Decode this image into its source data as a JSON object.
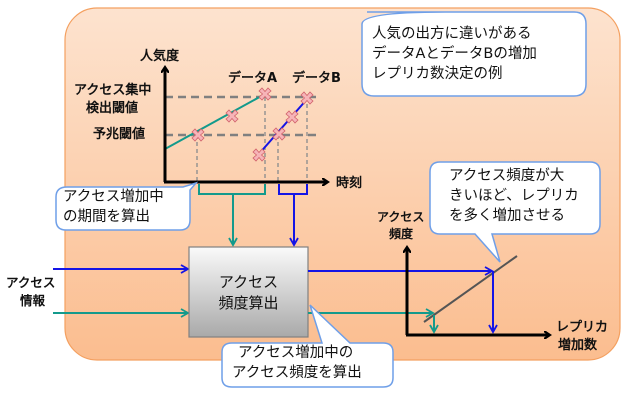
{
  "colors": {
    "panel_fill_top": "#fde3cf",
    "panel_fill_bottom": "#fbbd8f",
    "panel_border": "#f4a060",
    "teal": "#139a8c",
    "blue": "#1414e6",
    "marker_fill": "#f6b4b8",
    "callout_border": "#6f9fe8"
  },
  "top_chart": {
    "y_axis_label": "人気度",
    "x_axis_label": "時刻",
    "threshold_high_label_line1": "アクセス集中",
    "threshold_high_label_line2": "検出閾値",
    "threshold_low_label": "予兆閾値",
    "series_a_label": "データA",
    "series_b_label": "データB"
  },
  "chart_data": {
    "type": "line",
    "title": "",
    "xlabel": "時刻",
    "ylabel": "人気度",
    "thresholds": [
      {
        "name": "予兆閾値",
        "level": "low"
      },
      {
        "name": "アクセス集中検出閾値",
        "level": "high"
      }
    ],
    "series": [
      {
        "name": "データA",
        "color": "teal",
        "markers": 3,
        "trend": "gradual increase from below 予兆閾値 to アクセス集中検出閾値"
      },
      {
        "name": "データB",
        "color": "blue",
        "markers": 4,
        "trend": "steep increase from below 予兆閾値 to アクセス集中検出閾値"
      }
    ]
  },
  "callouts": {
    "title_box": [
      "人気の出方に違いがある",
      "データAとデータBの増加",
      "レプリカ数決定の例"
    ],
    "period_box": [
      "アクセス増加中",
      "の期間を算出"
    ],
    "freq_box": [
      "アクセス増加中の",
      "アクセス頻度を算出"
    ],
    "replica_box": [
      "アクセス頻度が大",
      "きいほど、レプリカ",
      "を多く増加させる"
    ]
  },
  "process_box": {
    "line1": "アクセス",
    "line2": "頻度算出"
  },
  "input": {
    "line1": "アクセス",
    "line2": "情報"
  },
  "bottom_chart": {
    "y_axis_label_line1": "アクセス",
    "y_axis_label_line2": "頻度",
    "x_axis_label_line1": "レプリカ",
    "x_axis_label_line2": "増加数"
  }
}
